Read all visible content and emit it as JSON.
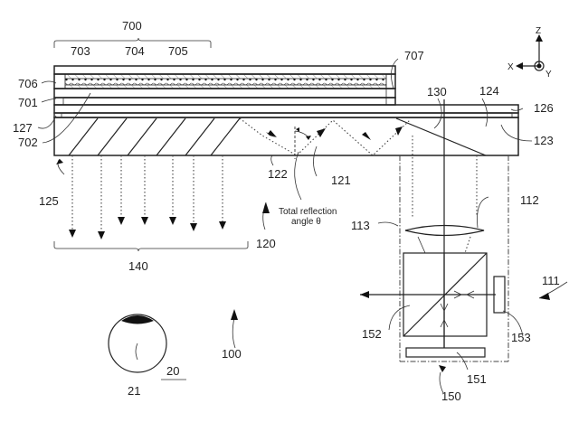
{
  "figure": {
    "labels": {
      "l700": "700",
      "l703": "703",
      "l704": "704",
      "l705": "705",
      "l706": "706",
      "l701": "701",
      "l127": "127",
      "l702": "702",
      "l707": "707",
      "l130": "130",
      "l124": "124",
      "l126": "126",
      "l123": "123",
      "l122": "122",
      "l121": "121",
      "l125": "125",
      "l120": "120",
      "l140": "140",
      "l113": "113",
      "l112": "112",
      "l111": "111",
      "l152": "152",
      "l153": "153",
      "l151": "151",
      "l150": "150",
      "l100": "100",
      "l21": "21",
      "l20": "20"
    },
    "annotation": {
      "line1": "Total reflection",
      "line2": "angle θ"
    },
    "axes": {
      "z": "Z",
      "x": "X",
      "y": "Y"
    }
  }
}
